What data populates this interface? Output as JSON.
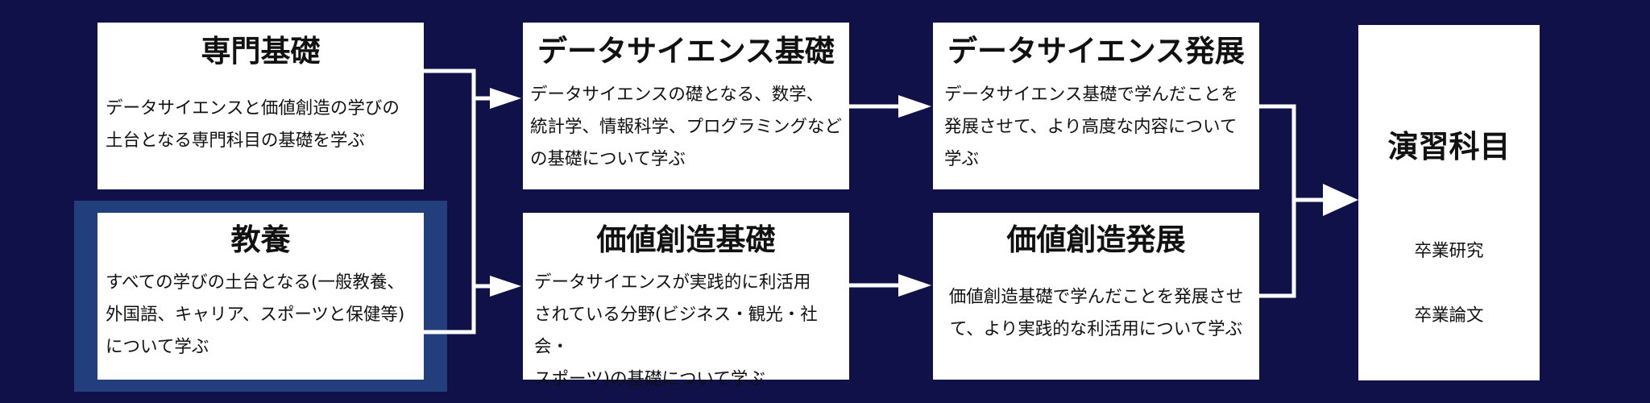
{
  "boxes": {
    "senmon": {
      "title": "専門基礎",
      "desc": "データサイエンスと価値創造の学びの\n土台となる専門科目の基礎を学ぶ"
    },
    "kyoyo": {
      "title": "教養",
      "desc": "すべての学びの土台となる(一般教養、\n外国語、キャリア、スポーツと保健等)\nについて学ぶ"
    },
    "ds_kiso": {
      "title": "データサイエンス基礎",
      "desc": "データサイエンスの礎となる、数学、\n統計学、情報科学、プログラミングなど\nの基礎について学ぶ"
    },
    "kachi_kiso": {
      "title": "価値創造基礎",
      "desc": "データサイエンスが実践的に利活用\nされている分野(ビジネス・観光・社会・\nスポーツ)の基礎について学ぶ"
    },
    "ds_hatten": {
      "title": "データサイエンス発展",
      "desc": "データサイエンス基礎で学んだことを\n発展させて、より高度な内容について\n学ぶ"
    },
    "kachi_hatten": {
      "title": "価値創造発展",
      "desc": "価値創造基礎で学んだことを発展させ\nて、より実践的な利活用について学ぶ"
    },
    "practice": {
      "title": "演習科目",
      "items": [
        "卒業研究",
        "卒業論文"
      ]
    }
  },
  "colors": {
    "background": "#0f1148",
    "highlight": "#233e7c",
    "box": "#ffffff",
    "connector": "#ffffff"
  }
}
